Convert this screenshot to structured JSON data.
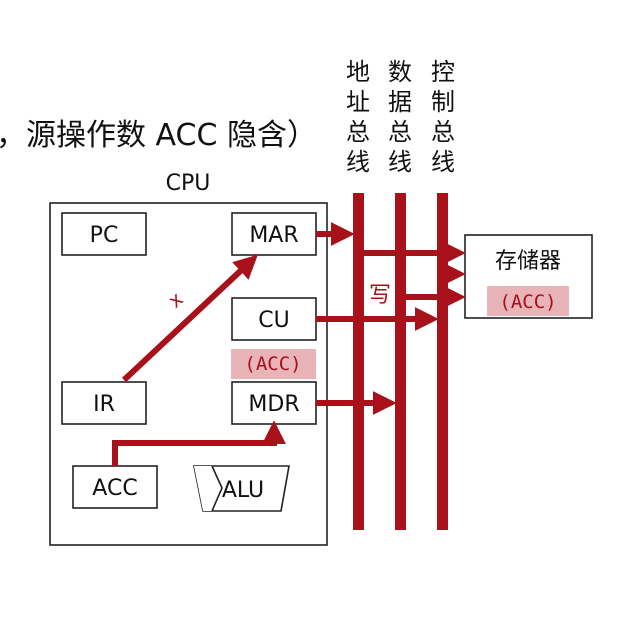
{
  "caption": "，源操作数 ACC 隐含）",
  "cpu_label": "CPU",
  "registers": {
    "pc": "PC",
    "mar": "MAR",
    "cu": "CU",
    "ir": "IR",
    "mdr": "MDR",
    "acc": "ACC",
    "alu": "ALU"
  },
  "highlight_cpu": "(ACC)",
  "memory": {
    "title": "存储器",
    "content": "(ACC)"
  },
  "buses": [
    {
      "chars": [
        "地",
        "址",
        "总",
        "线"
      ]
    },
    {
      "chars": [
        "数",
        "据",
        "总",
        "线"
      ]
    },
    {
      "chars": [
        "控",
        "制",
        "总",
        "线"
      ]
    }
  ],
  "annotations": {
    "x_mark": "x",
    "write": "写"
  },
  "colors": {
    "bus": "#a8101a",
    "highlight_bg": "#e8b4b8",
    "highlight_text": "#a8101a"
  }
}
